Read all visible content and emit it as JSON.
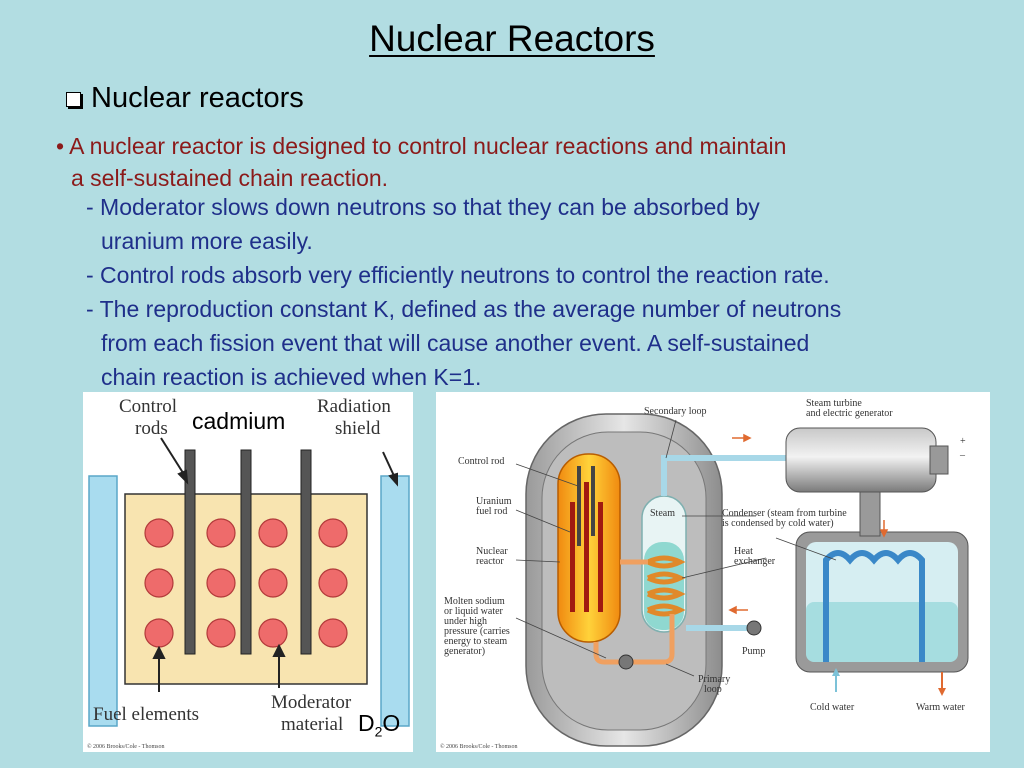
{
  "title": "Nuclear Reactors",
  "heading": "Nuclear reactors",
  "intro": {
    "line1": "• A nuclear reactor is designed to control nuclear reactions and maintain",
    "line2": "a self-sustained chain reaction."
  },
  "bullets": {
    "b1l1": "- Moderator slows down neutrons so that they can be absorbed by",
    "b1l2": "uranium more easily.",
    "b2l1": "- Control rods absorb very efficiently neutrons to control the reaction rate.",
    "b3l1": "- The reproduction constant K, defined as the average number of neutrons",
    "b3l2": "from each fission event that will cause another event. A self-sustained",
    "b3l3": "chain reaction is achieved when K=1."
  },
  "left_diagram": {
    "control_rods_1": "Control",
    "control_rods_2": "rods",
    "radiation_1": "Radiation",
    "radiation_2": "shield",
    "fuel": "Fuel elements",
    "moderator_1": "Moderator",
    "moderator_2": "material",
    "copyright": "© 2006 Brooks/Cole - Thomson",
    "cadmium": "cadmium",
    "d2o_d": "D",
    "d2o_sub": "2",
    "d2o_o": "O"
  },
  "right_diagram": {
    "secondary_loop": "Secondary loop",
    "turbine_1": "Steam turbine",
    "turbine_2": "and electric generator",
    "control_rod": "Control rod",
    "uranium_1": "Uranium",
    "uranium_2": "fuel rod",
    "steam": "Steam",
    "condenser_1": "Condenser (steam from turbine",
    "condenser_2": "is condensed by cold water)",
    "nuclear_1": "Nuclear",
    "nuclear_2": "reactor",
    "heat_1": "Heat",
    "heat_2": "exchanger",
    "molten_1": "Molten sodium",
    "molten_2": "or liquid water",
    "molten_3": "under high",
    "molten_4": "pressure (carries",
    "molten_5": "energy to steam",
    "molten_6": "generator)",
    "pump": "Pump",
    "primary_1": "Primary",
    "primary_2": "loop",
    "cold_water": "Cold water",
    "warm_water": "Warm water",
    "plus": "+",
    "minus": "–",
    "copyright": "© 2006 Brooks/Cole - Thomson"
  }
}
